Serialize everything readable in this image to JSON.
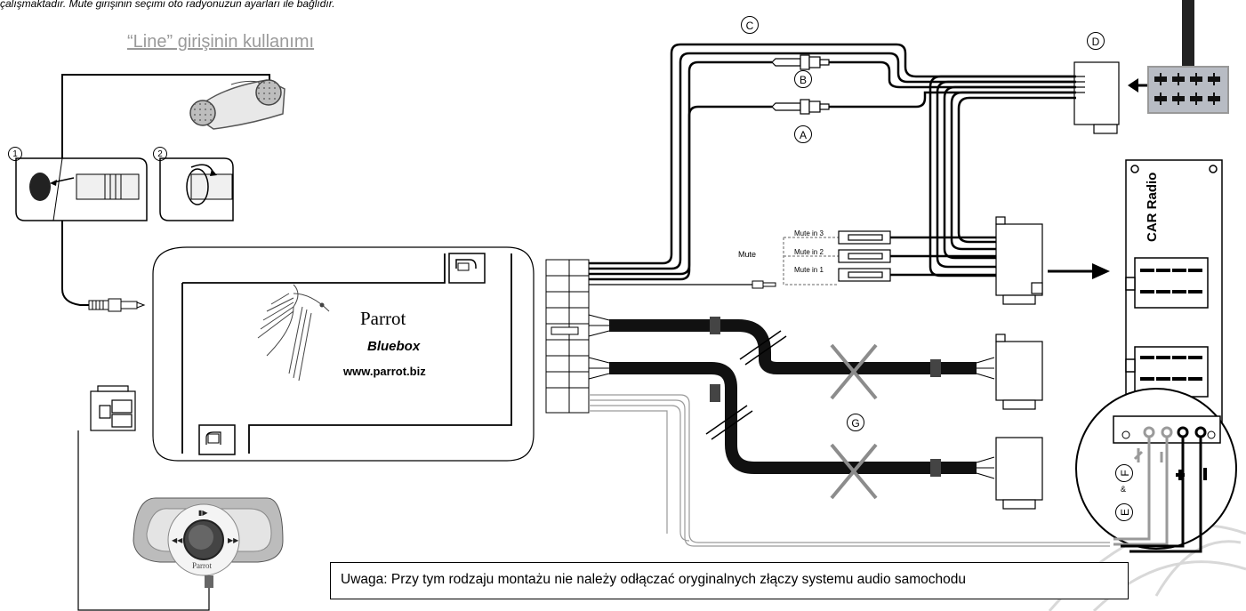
{
  "texts": {
    "top_note": "çalışmaktadır. Mute girişinin seçimi oto radyonuzun ayarları ile bağlıdır.",
    "line_title": "“Line” girişinin kullanımı",
    "parrot": "Parrot",
    "bluebox": "Bluebox",
    "website": "www.parrot.biz",
    "remote_brand": "Parrot",
    "mute": "Mute",
    "mute_in_3": "Mute in 3",
    "mute_in_2": "Mute in 2",
    "mute_in_1": "Mute in 1",
    "car_radio": "CAR Radio",
    "warning": "Uwaga: Przy tym rodzaju montażu nie należy odłączać oryginalnych złączy systemu audio samochodu"
  },
  "letters": {
    "a": "A",
    "b": "B",
    "c": "C",
    "d": "D",
    "e": "E",
    "f": "F",
    "g": "G"
  },
  "steps": {
    "one": "1",
    "two": "2"
  },
  "colors": {
    "line": "#000000",
    "gray_wire": "#9a9a9a",
    "cross": "#8c8c8c",
    "connector_fill": "#b8bcc4"
  }
}
